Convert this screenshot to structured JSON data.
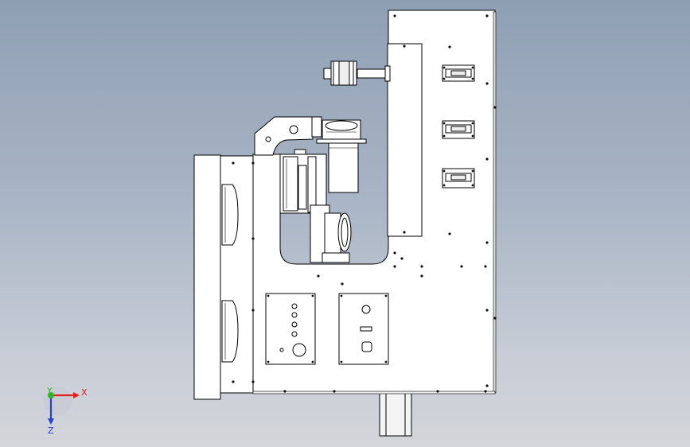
{
  "viewport": {
    "background_top": "#8f9fb3",
    "background_bottom": "#d3d5da",
    "line_color": "#000000",
    "part_fill": "#ffffff"
  },
  "triad": {
    "x_label": "X",
    "y_label": "Y",
    "z_label": "Z",
    "x_color": "#e0201c",
    "y_color": "#2db52d",
    "z_color": "#2a3fd6"
  }
}
